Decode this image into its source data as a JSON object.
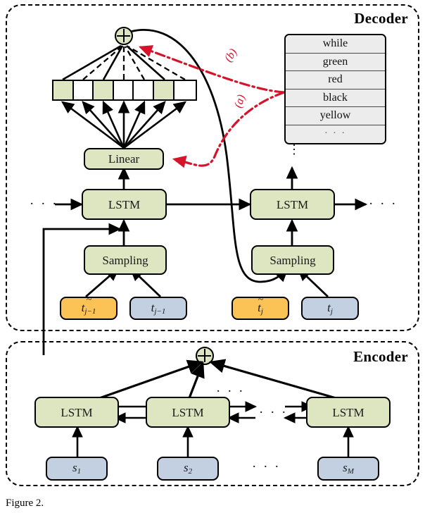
{
  "figure": {
    "caption": "Figure 2.",
    "panels": {
      "decoder_title": "Decoder",
      "encoder_title": "Encoder"
    }
  },
  "colors": {
    "green_block": "#dde5c1",
    "blue_block": "#c3d0e2",
    "orange_block": "#fbc256",
    "word_row": "#ececec",
    "annotation_red": "#d5142b",
    "stroke": "#000000"
  },
  "decoder": {
    "blocks": {
      "linear": "Linear",
      "lstm_left": "LSTM",
      "lstm_right": "LSTM",
      "sampling_left": "Sampling",
      "sampling_right": "Sampling"
    },
    "inputs": {
      "tilde_t_prev": {
        "symbol": "t",
        "tilde": true,
        "sub": "j−1"
      },
      "t_prev": {
        "symbol": "t",
        "tilde": false,
        "sub": "j−1"
      },
      "tilde_t_j": {
        "symbol": "t",
        "tilde": true,
        "sub": "j"
      },
      "t_j": {
        "symbol": "t",
        "tilde": false,
        "sub": "j"
      }
    },
    "distribution_vector": {
      "cells": [
        1,
        0,
        1,
        0,
        0,
        1,
        0
      ],
      "count": 7
    },
    "annotations": {
      "a": "(a)",
      "b": "(b)"
    },
    "ellipsis_left": "· · ·",
    "ellipsis_right": "· · ·",
    "vertical_dots": "⋮",
    "plus_node": "⊕"
  },
  "vocabulary": {
    "items": [
      "while",
      "green",
      "red",
      "black",
      "yellow",
      "· · ·"
    ],
    "highlighted": "red",
    "trailing_dots": "⋮"
  },
  "encoder": {
    "blocks": {
      "lstm_1": "LSTM",
      "lstm_2": "LSTM",
      "lstm_m": "LSTM"
    },
    "inputs": {
      "s_1": {
        "symbol": "s",
        "sub": "1"
      },
      "s_2": {
        "symbol": "s",
        "sub": "2"
      },
      "s_M": {
        "symbol": "s",
        "sub": "M"
      }
    },
    "plus_node": "⊕",
    "ellipsis_top": "· · ·",
    "ellipsis_mid": "· · ·",
    "ellipsis_bottom": "· · ·"
  }
}
